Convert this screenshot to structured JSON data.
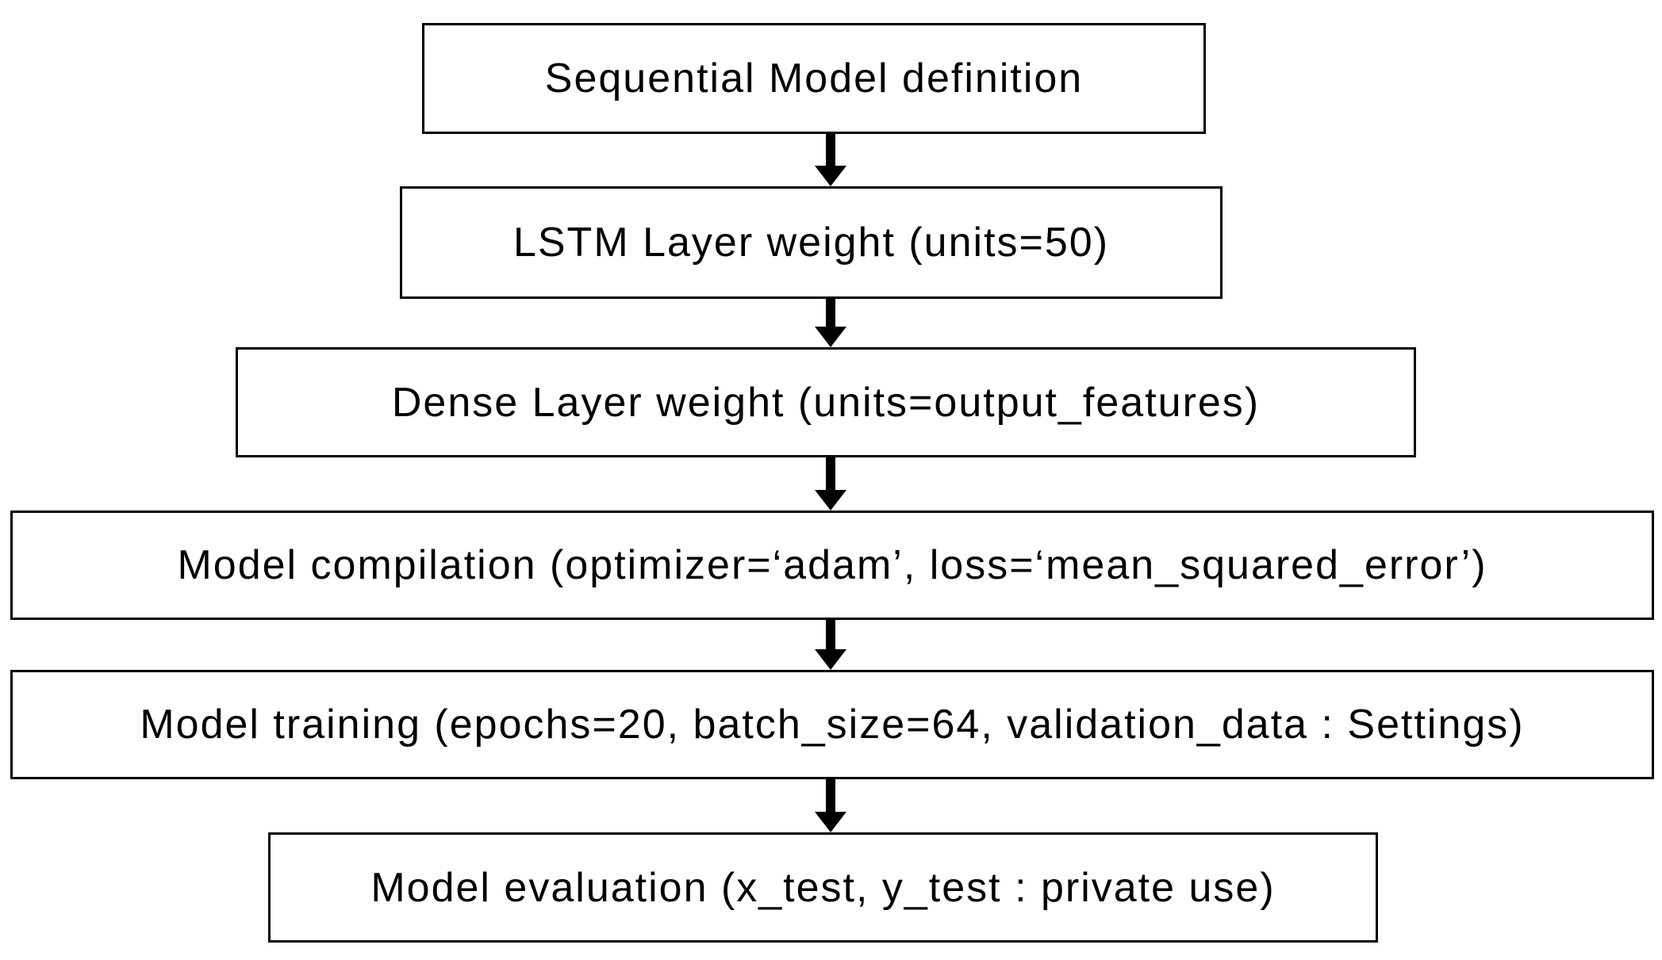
{
  "flowchart": {
    "type": "vertical-flow-diagram",
    "colors": {
      "background": "#ffffff",
      "box_border": "#000000",
      "text": "#000000",
      "arrow": "#000000"
    },
    "steps": [
      {
        "label": "Sequential Model definition"
      },
      {
        "label": "LSTM Layer weight (units=50)"
      },
      {
        "label": "Dense Layer weight (units=output_features)"
      },
      {
        "label": "Model compilation (optimizer=‘adam’, loss=‘mean_squared_error’)"
      },
      {
        "label": "Model training (epochs=20, batch_size=64, validation_data :  Settings)"
      },
      {
        "label": "Model evaluation (x_test, y_test :  private use)"
      }
    ],
    "connector": "down-arrow"
  }
}
